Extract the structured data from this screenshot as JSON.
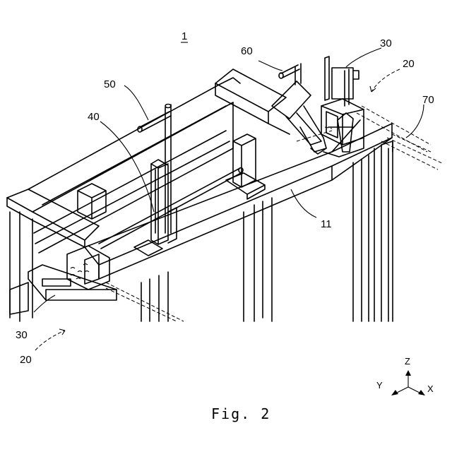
{
  "figure": {
    "caption": "Fig. 2",
    "labels": {
      "main": "1",
      "l60": "60",
      "l30_top": "30",
      "l20_top": "20",
      "l70": "70",
      "l50": "50",
      "l40": "40",
      "l11": "11",
      "l30_bottom": "30",
      "l20_bottom": "20"
    },
    "axes": {
      "z": "Z",
      "y": "Y",
      "x": "X"
    }
  }
}
